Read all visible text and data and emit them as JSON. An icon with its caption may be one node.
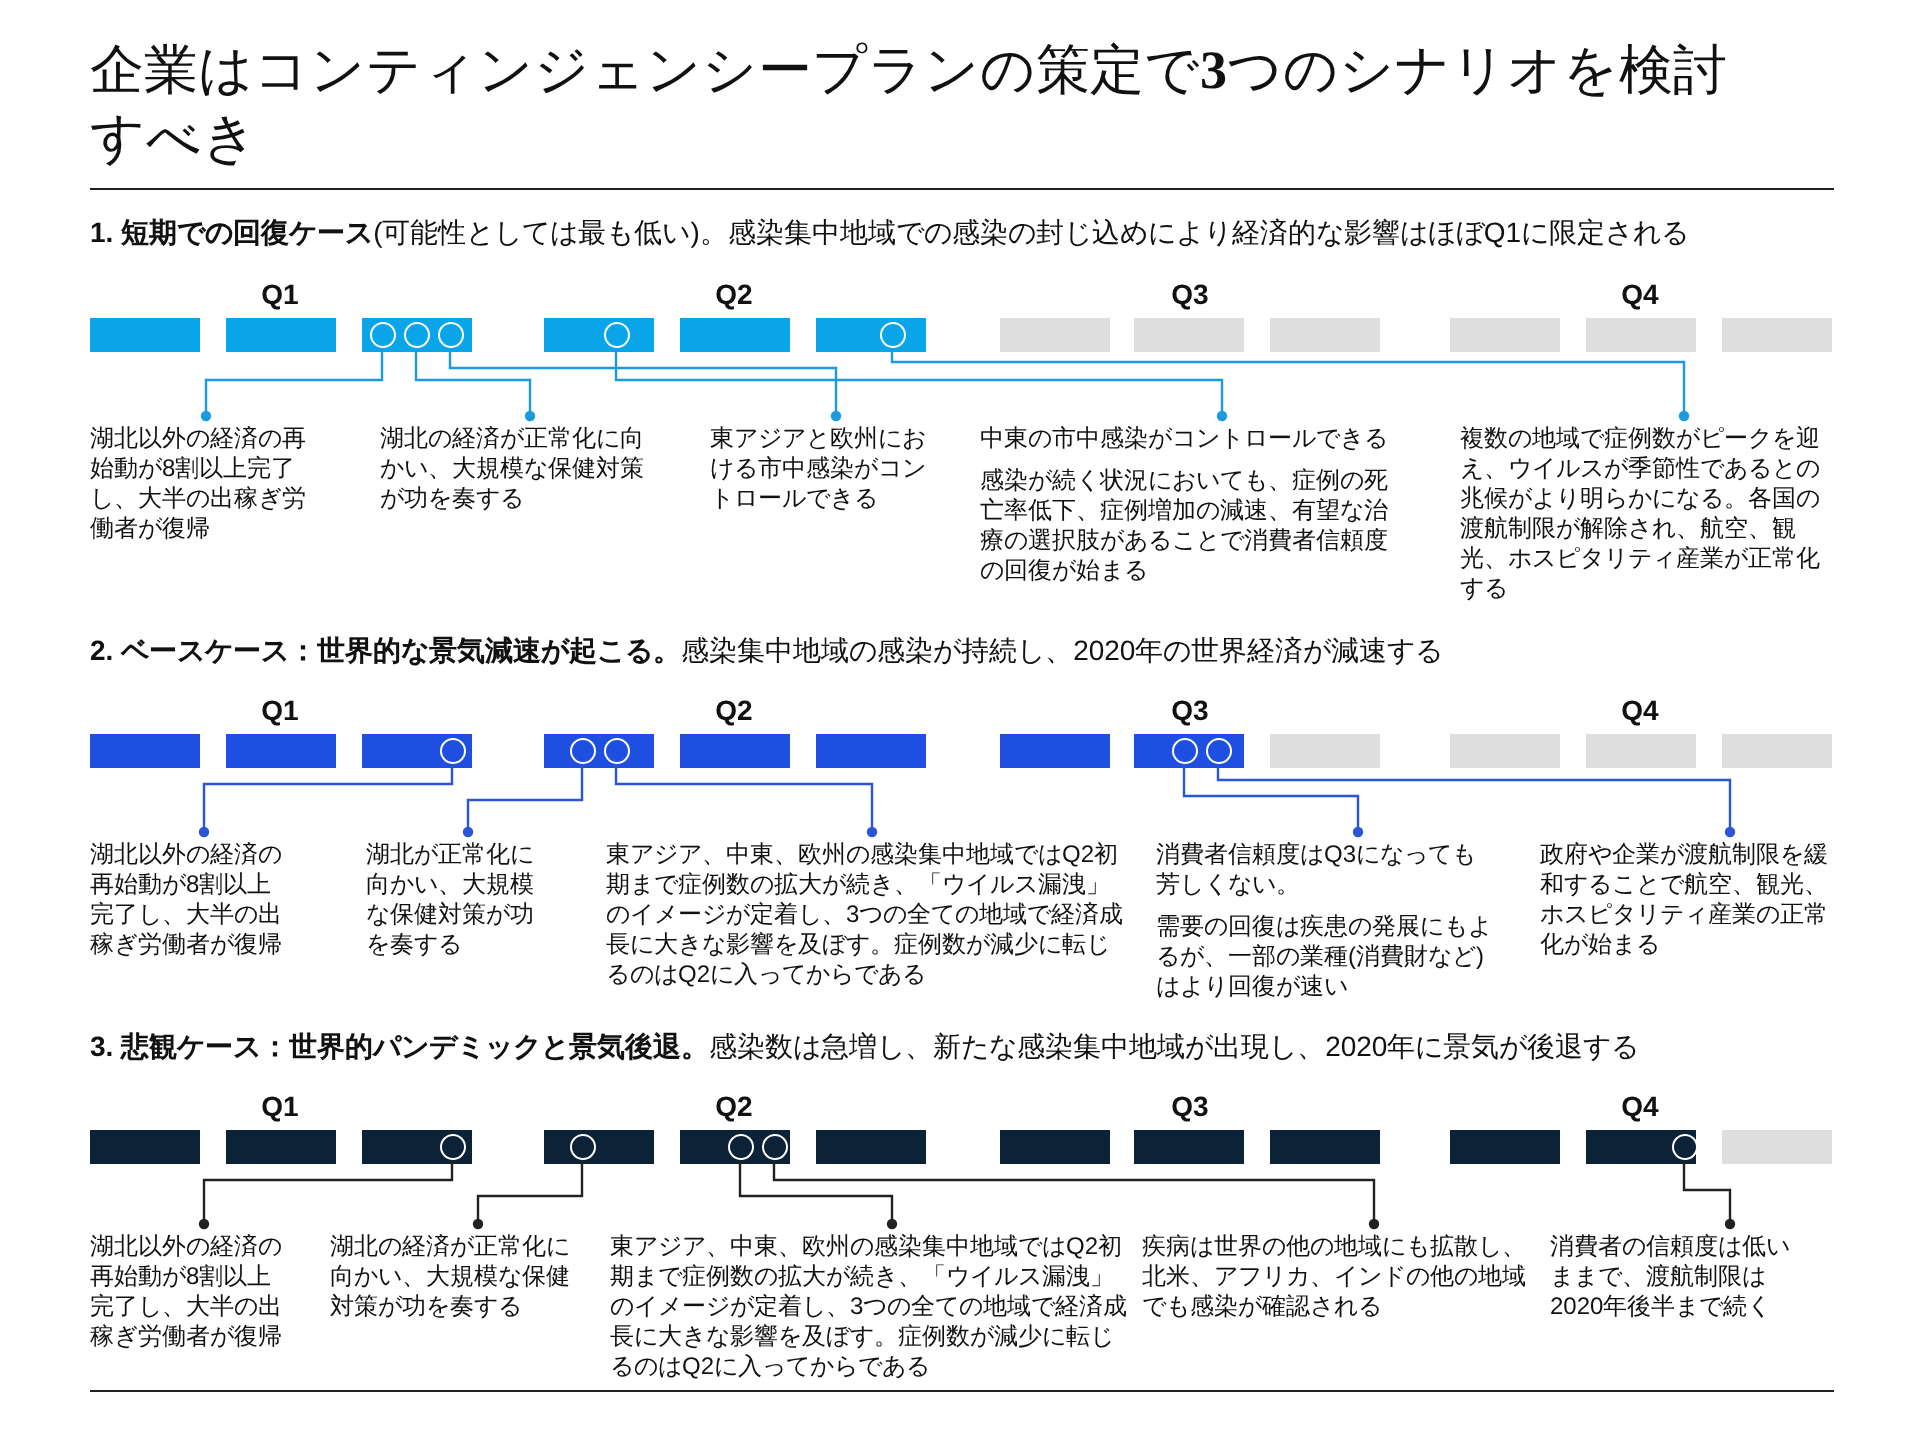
{
  "diagram": {
    "title": "企業はコンティンジェンシープランの策定で**3**つのシナリオを検討すべき",
    "nodes": [
      {
        "text": [],
        "shape": "circle"
      },
      {
        "text": [],
        "shape": "circle"
      },
      {
        "text": [],
        "shape": "circle"
      },
      {
        "text": [],
        "shape": "circle"
      },
      {
        "text": [],
        "shape": "circle"
      },
      {
        "text": [
          "湖北以外の経済の再始動が8割以上完了し、大半の出稼ぎ労働者が復帰"
        ]
      },
      {
        "text": [
          "湖北の経済が正常化に向かい、大規模な保健対策が功を奏する"
        ]
      },
      {
        "text": [
          "東アジアと欧州における市中感染がコントロールできる"
        ]
      },
      {
        "text": [
          "中東の市中感染がコントロールできる",
          "感染が続く状況においても、症例の死亡率低下、症例増加の減速、有望な治療の選択肢があることで消費者信頼度の回復が始まる"
        ]
      },
      {
        "text": [
          "複数の地域で症例数がピークを迎え、ウイルスが季節性であるとの兆候がより明らかになる。各国の渡航制限が解除され、航空、観光、ホスピタリティ産業が正常化する"
        ]
      },
      {
        "text": [],
        "shape": "circle"
      },
      {
        "text": [],
        "shape": "circle"
      },
      {
        "text": [],
        "shape": "circle"
      },
      {
        "text": [],
        "shape": "circle"
      },
      {
        "text": [],
        "shape": "circle"
      },
      {
        "text": [
          "湖北以外の経済の再始動が8割以上完了し、大半の出稼ぎ労働者が復帰"
        ]
      },
      {
        "text": [
          "湖北が正常化に向かい、大規模な保健対策が功を奏する"
        ]
      },
      {
        "text": [
          "東アジア、中東、欧州の感染集中地域ではQ2初期まで症例数の拡大が続き、「ウイルス漏洩」のイメージが定着し、3つの全ての地域で経済成長に大きな影響を及ぼす。症例数が減少に転じるのはQ2に入ってからである"
        ]
      },
      {
        "text": [
          "消費者信頼度はQ3になっても芳しくない。",
          "需要の回復は疾患の発展にもよるが、一部の業種(消費財など)はより回復が速い"
        ]
      },
      {
        "text": [
          "政府や企業が渡航制限を緩和することで航空、観光、ホスピタリティ産業の正常化が始まる"
        ]
      },
      {
        "text": [],
        "shape": "circle"
      },
      {
        "text": [],
        "shape": "circle"
      },
      {
        "text": [],
        "shape": "circle"
      },
      {
        "text": [],
        "shape": "circle"
      },
      {
        "text": [],
        "shape": "circle"
      },
      {
        "text": [
          "湖北以外の経済の再始動が8割以上完了し、大半の出稼ぎ労働者が復帰"
        ]
      },
      {
        "text": [
          "湖北の経済が正常化に向かい、大規模な保健対策が功を奏する"
        ]
      },
      {
        "text": [
          "東アジア、中東、欧州の感染集中地域ではQ2初期まで症例数の拡大が続き、「ウイルス漏洩」のイメージが定着し、3つの全ての地域で経済成長に大きな影響を及ぼす。症例数が減少に転じるのはQ2に入ってからである"
        ]
      },
      {
        "text": [
          "疾病は世界の他の地域にも拡散し、北米、アフリカ、インドの他の地域でも感染が確認される"
        ]
      },
      {
        "text": [
          "消費者の信頼度は低いままで、渡航制限は2020年後半まで続く"
        ]
      }
    ],
    "edges": [
      {
        "from": 0,
        "to": 5,
        "arrow": "other",
        "color": "#1a9be0"
      },
      {
        "from": 1,
        "to": 6,
        "arrow": "other",
        "color": "#1a9be0"
      },
      {
        "from": 2,
        "to": 7,
        "arrow": "other",
        "color": "#1a9be0"
      },
      {
        "from": 3,
        "to": 8,
        "arrow": "other",
        "color": "#1a9be0"
      },
      {
        "from": 4,
        "to": 9,
        "arrow": "other",
        "color": "#1a9be0"
      },
      {
        "from": 10,
        "to": 15,
        "arrow": "other",
        "color": "#2a55d8"
      },
      {
        "from": 11,
        "to": 16,
        "arrow": "other",
        "color": "#2a55d8"
      },
      {
        "from": 12,
        "to": 17,
        "arrow": "other",
        "color": "#2a55d8"
      },
      {
        "from": 13,
        "to": 18,
        "arrow": "other",
        "color": "#2a55d8"
      },
      {
        "from": 14,
        "to": 19,
        "arrow": "other",
        "color": "#2a55d8"
      },
      {
        "from": 20,
        "to": 25,
        "arrow": "other",
        "color": "#222222"
      },
      {
        "from": 21,
        "to": 26,
        "arrow": "other",
        "color": "#222222"
      },
      {
        "from": 22,
        "to": 27,
        "arrow": "other",
        "color": "#222222"
      },
      {
        "from": 23,
        "to": 28,
        "arrow": "other",
        "color": "#222222"
      },
      {
        "from": 24,
        "to": 29,
        "arrow": "other",
        "color": "#222222"
      }
    ],
    "labels": [
      "**1.  短期での回復ケース**(可能性としては最も低い)。感染集中地域での感染の封じ込めにより経済的な影響はほぼQ1に限定される",
      "Q1",
      "Q2",
      "Q3",
      "Q4",
      "**2.  ベースケース：世界的な景気減速が起こる。**感染集中地域の感染が持続し、2020年の世界経済が減速する",
      "Q1",
      "Q2",
      "Q3",
      "Q4",
      "**3.  悲観ケース：世界的パンデミックと景気後退。**感染数は急増し、新たな感染集中地域が出現し、2020年に景気が後退する",
      "Q1",
      "Q2",
      "Q3",
      "Q4"
    ]
  }
}
